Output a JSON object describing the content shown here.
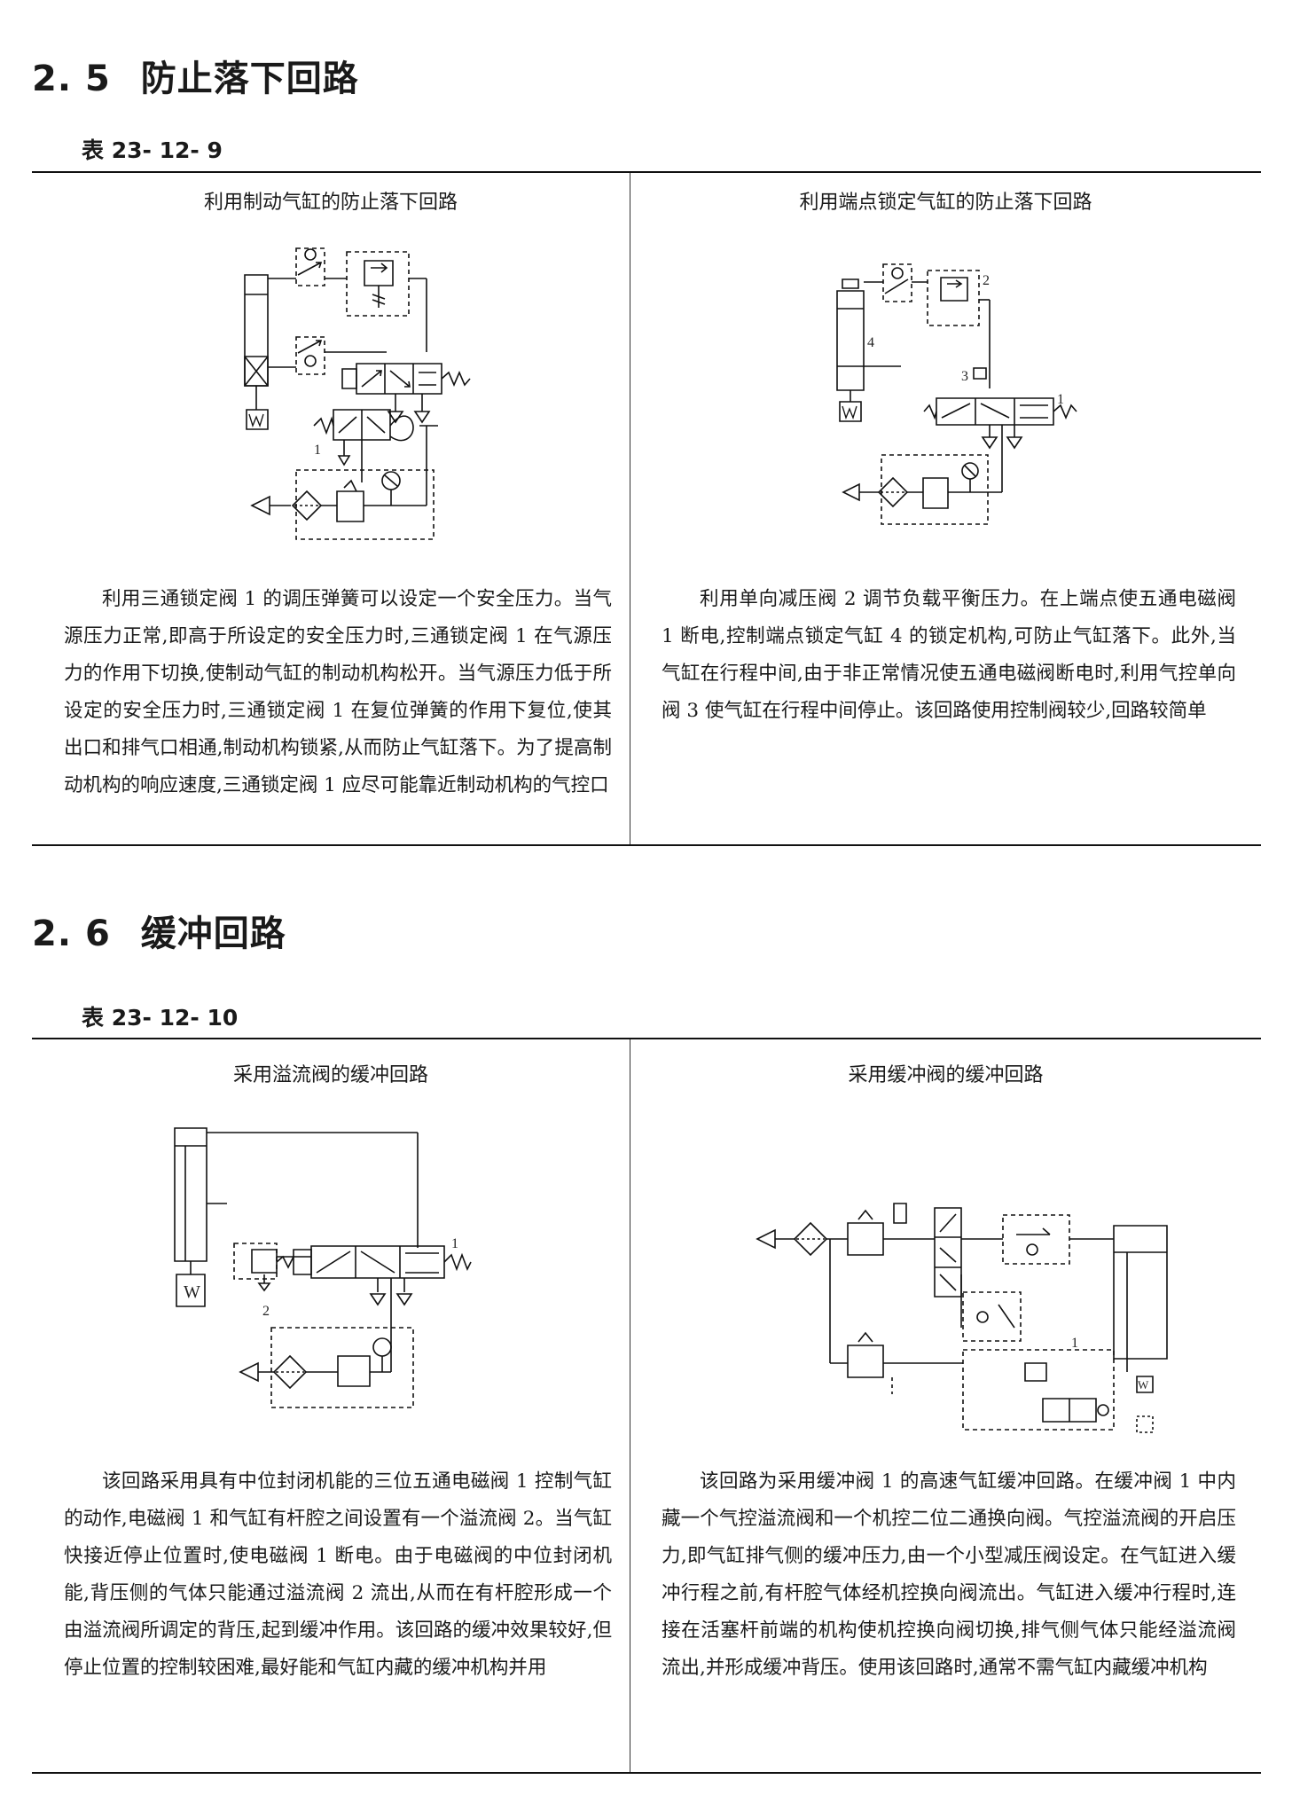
{
  "section_2_5": {
    "number": "2. 5",
    "title": "防止落下回路",
    "table_label": "表 23- 12- 9",
    "left": {
      "title": "利用制动气缸的防止落下回路",
      "text": "利用三通锁定阀 1 的调压弹簧可以设定一个安全压力。当气源压力正常,即高于所设定的安全压力时,三通锁定阀 1 在气源压力的作用下切换,使制动气缸的制动机构松开。当气源压力低于所设定的安全压力时,三通锁定阀 1 在复位弹簧的作用下复位,使其出口和排气口相通,制动机构锁紧,从而防止气缸落下。为了提高制动机构的响应速度,三通锁定阀 1 应尽可能靠近制动机构的气控口",
      "labels": {
        "valve_1": "1"
      }
    },
    "right": {
      "title": "利用端点锁定气缸的防止落下回路",
      "text": "利用单向减压阀 2 调节负载平衡压力。在上端点使五通电磁阀 1 断电,控制端点锁定气缸 4 的锁定机构,可防止气缸落下。此外,当气缸在行程中间,由于非正常情况使五通电磁阀断电时,利用气控单向阀 3 使气缸在行程中间停止。该回路使用控制阀较少,回路较简单",
      "labels": {
        "valve_1": "1",
        "valve_2": "2",
        "valve_3": "3",
        "cylinder_4": "4"
      }
    }
  },
  "section_2_6": {
    "number": "2. 6",
    "title": "缓冲回路",
    "table_label": "表 23- 12- 10",
    "left": {
      "title": "采用溢流阀的缓冲回路",
      "text": "该回路采用具有中位封闭机能的三位五通电磁阀 1 控制气缸的动作,电磁阀 1 和气缸有杆腔之间设置有一个溢流阀 2。当气缸快接近停止位置时,使电磁阀 1 断电。由于电磁阀的中位封闭机能,背压侧的气体只能通过溢流阀 2 流出,从而在有杆腔形成一个由溢流阀所调定的背压,起到缓冲作用。该回路的缓冲效果较好,但停止位置的控制较困难,最好能和气缸内藏的缓冲机构并用",
      "labels": {
        "valve_1": "1",
        "valve_2": "2",
        "weight": "W"
      }
    },
    "right": {
      "title": "采用缓冲阀的缓冲回路",
      "text": "该回路为采用缓冲阀 1 的高速气缸缓冲回路。在缓冲阀 1 中内藏一个气控溢流阀和一个机控二位二通换向阀。气控溢流阀的开启压力,即气缸排气侧的缓冲压力,由一个小型减压阀设定。在气缸进入缓冲行程之前,有杆腔气体经机控换向阀流出。气缸进入缓冲行程时,连接在活塞杆前端的机构使机控换向阀切换,排气侧气体只能经溢流阀流出,并形成缓冲背压。使用该回路时,通常不需气缸内藏缓冲机构",
      "labels": {
        "valve_1": "1",
        "weight": "W"
      }
    }
  }
}
